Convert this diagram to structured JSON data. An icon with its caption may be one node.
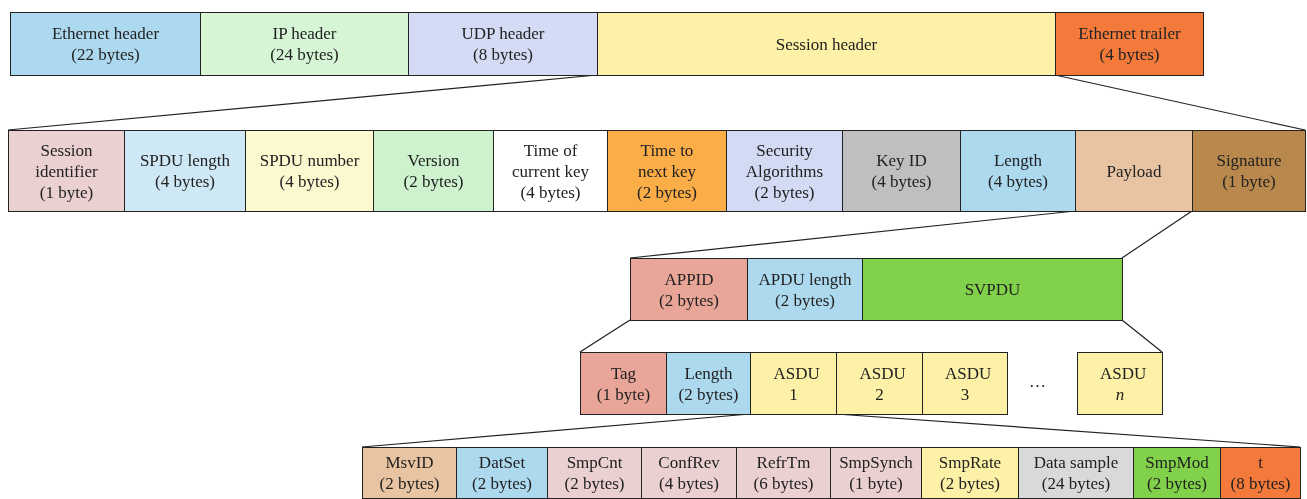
{
  "diagram": {
    "nodes": [
      {
        "text": [
          "Ethernet header",
          "(22 bytes)"
        ]
      },
      {
        "text": [
          "IP header",
          "(24 bytes)"
        ]
      },
      {
        "text": [
          "UDP header",
          "(8 bytes)"
        ]
      },
      {
        "text": [
          "Session header"
        ]
      },
      {
        "text": [
          "Ethernet trailer",
          "(4 bytes)"
        ]
      },
      {
        "text": [
          "Session identifier",
          "(1 byte)"
        ]
      },
      {
        "text": [
          "SPDU length",
          "(4 bytes)"
        ]
      },
      {
        "text": [
          "SPDU number",
          "(4 bytes)"
        ]
      },
      {
        "text": [
          "Version",
          "(2 bytes)"
        ]
      },
      {
        "text": [
          "Time of current key",
          "(4 bytes)"
        ]
      },
      {
        "text": [
          "Time to next key",
          "(2 bytes)"
        ]
      },
      {
        "text": [
          "Security Algorithms",
          "(2 bytes)"
        ]
      },
      {
        "text": [
          "Key ID",
          "(4 bytes)"
        ]
      },
      {
        "text": [
          "Length",
          "(4 bytes)"
        ]
      },
      {
        "text": [
          "Payload"
        ]
      },
      {
        "text": [
          "Signature",
          "(1 byte)"
        ]
      },
      {
        "text": [
          "APPID",
          "(2 bytes)"
        ]
      },
      {
        "text": [
          "APDU length",
          "(2 bytes)"
        ]
      },
      {
        "text": [
          "SVPDU"
        ]
      },
      {
        "text": [
          "Tag",
          "(1 byte)"
        ]
      },
      {
        "text": [
          "Length",
          "(2 bytes)"
        ]
      },
      {
        "text": [
          "ASDU 1"
        ]
      },
      {
        "text": [
          "ASDU 2"
        ]
      },
      {
        "text": [
          "ASDU 3"
        ]
      },
      {
        "text": [
          "ASDU *n*"
        ]
      },
      {
        "text": [
          "MsvID",
          "(2 bytes)"
        ]
      },
      {
        "text": [
          "DatSet",
          "(2 bytes)"
        ]
      },
      {
        "text": [
          "SmpCnt",
          "(2 bytes)"
        ]
      },
      {
        "text": [
          "ConfRev",
          "(4 bytes)"
        ]
      },
      {
        "text": [
          "RefrTm",
          "(6 bytes)"
        ]
      },
      {
        "text": [
          "SmpSynch",
          "(1 byte)"
        ]
      },
      {
        "text": [
          "SmpRate",
          "(2 bytes)"
        ]
      },
      {
        "text": [
          "Data sample",
          "(24 bytes)"
        ]
      },
      {
        "text": [
          "SmpMod",
          "(2 bytes)"
        ]
      },
      {
        "text": [
          "t",
          "(8 bytes)"
        ]
      }
    ],
    "edges": [
      {
        "from": 3,
        "to": 5,
        "arrow": "none"
      },
      {
        "from": 3,
        "to": 15,
        "arrow": "none"
      },
      {
        "from": 14,
        "to": 16,
        "arrow": "none"
      },
      {
        "from": 14,
        "to": 18,
        "arrow": "none"
      },
      {
        "from": 16,
        "to": 19,
        "arrow": "none"
      },
      {
        "from": 18,
        "to": 24,
        "arrow": "none"
      },
      {
        "from": 21,
        "to": 25,
        "arrow": "none"
      },
      {
        "from": 21,
        "to": 34,
        "arrow": "none"
      }
    ],
    "labels": [
      "…"
    ]
  }
}
